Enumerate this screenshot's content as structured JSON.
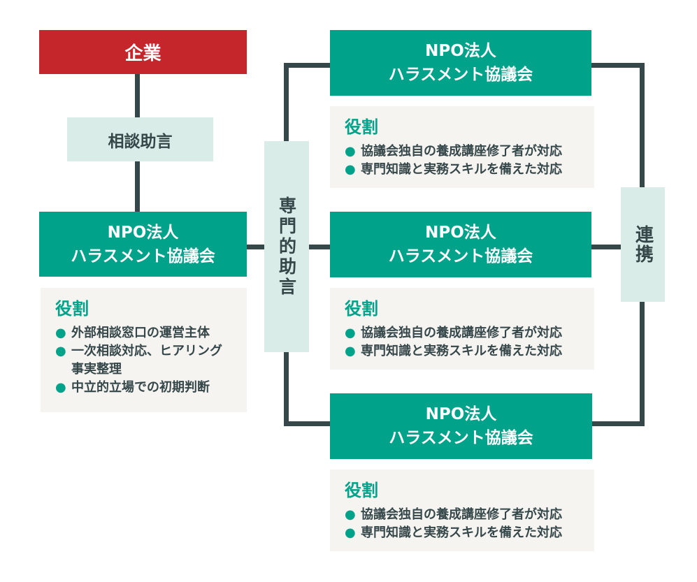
{
  "colors": {
    "accent_teal": "#01A28A",
    "accent_red": "#C5262C",
    "light_teal_label": "#D9ECE8",
    "role_panel_gray": "#F5F4F1",
    "connector_dark": "#36474A",
    "text_dark": "#36474A",
    "text_on_fill": "#FFFFFF"
  },
  "nodes": {
    "company": {
      "label": "企業"
    },
    "consult": {
      "label": "相談助言"
    },
    "expert_advice": {
      "label": "専門的助言"
    },
    "renkei": {
      "label": "連携"
    },
    "left_npo": {
      "line1": "NPO法人",
      "line2": "ハラスメント協議会"
    },
    "right_npo_top": {
      "line1": "NPO法人",
      "line2": "ハラスメント協議会"
    },
    "right_npo_middle": {
      "line1": "NPO法人",
      "line2": "ハラスメント協議会"
    },
    "right_npo_bottom": {
      "line1": "NPO法人",
      "line2": "ハラスメント協議会"
    }
  },
  "roles": {
    "left": {
      "heading": "役割",
      "items": [
        {
          "marker": "●",
          "text": "外部相談窓口の運営主体"
        },
        {
          "marker": "●",
          "text": "一次相談対応、ヒアリング"
        },
        {
          "marker": "",
          "text": "事実整理"
        },
        {
          "marker": "●",
          "text": "中立的立場での初期判断"
        }
      ]
    },
    "right_top": {
      "heading": "役割",
      "items": [
        {
          "marker": "●",
          "text": "協議会独自の養成講座修了者が対応"
        },
        {
          "marker": "●",
          "text": "専門知識と実務スキルを備えた対応"
        }
      ]
    },
    "right_middle": {
      "heading": "役割",
      "items": [
        {
          "marker": "●",
          "text": "協議会独自の養成講座修了者が対応"
        },
        {
          "marker": "●",
          "text": "専門知識と実務スキルを備えた対応"
        }
      ]
    },
    "right_bottom": {
      "heading": "役割",
      "items": [
        {
          "marker": "●",
          "text": "協議会独自の養成講座修了者が対応"
        },
        {
          "marker": "●",
          "text": "専門知識と実務スキルを備えた対応"
        }
      ]
    }
  }
}
